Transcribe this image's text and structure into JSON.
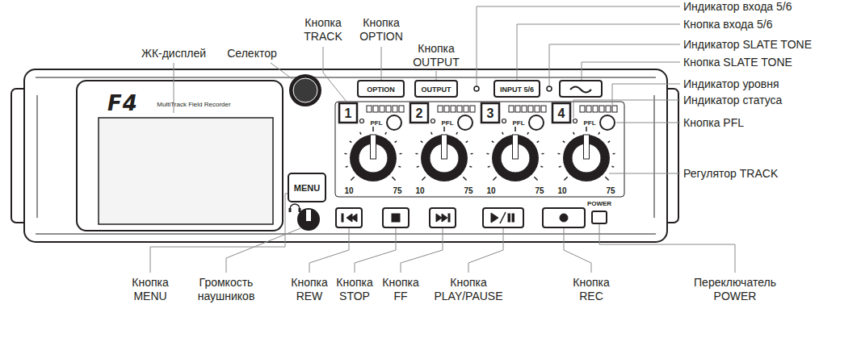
{
  "diagram": {
    "labels": [
      "ЖК-дисплей",
      "Селектор",
      "Кнопка TRACK",
      "Кнопка OPTION",
      "Кнопка OUTPUT",
      "Индикатор входа 5/6",
      "Кнопка входа 5/6",
      "Индикатор SLATE TONE",
      "Кнопка SLATE TONE",
      "Индикатор уровня",
      "Индикатор статуса",
      "Кнопка PFL",
      "Регулятор TRACK",
      "Кнопка MENU",
      "Громкость наушников",
      "Кнопка REW",
      "Кнопка STOP",
      "Кнопка FF",
      "Кнопка PLAY/PAUSE",
      "Кнопка REC",
      "Переключатель POWER",
      "F4",
      "MultiTrack Field Recorder",
      "MENU",
      "OPTION",
      "OUTPUT",
      "INPUT 5/6",
      "1",
      "PFL",
      "10",
      "75",
      "2",
      "PFL",
      "10",
      "75",
      "3",
      "PFL",
      "10",
      "75",
      "4",
      "PFL",
      "10",
      "75",
      "POWER"
    ]
  }
}
